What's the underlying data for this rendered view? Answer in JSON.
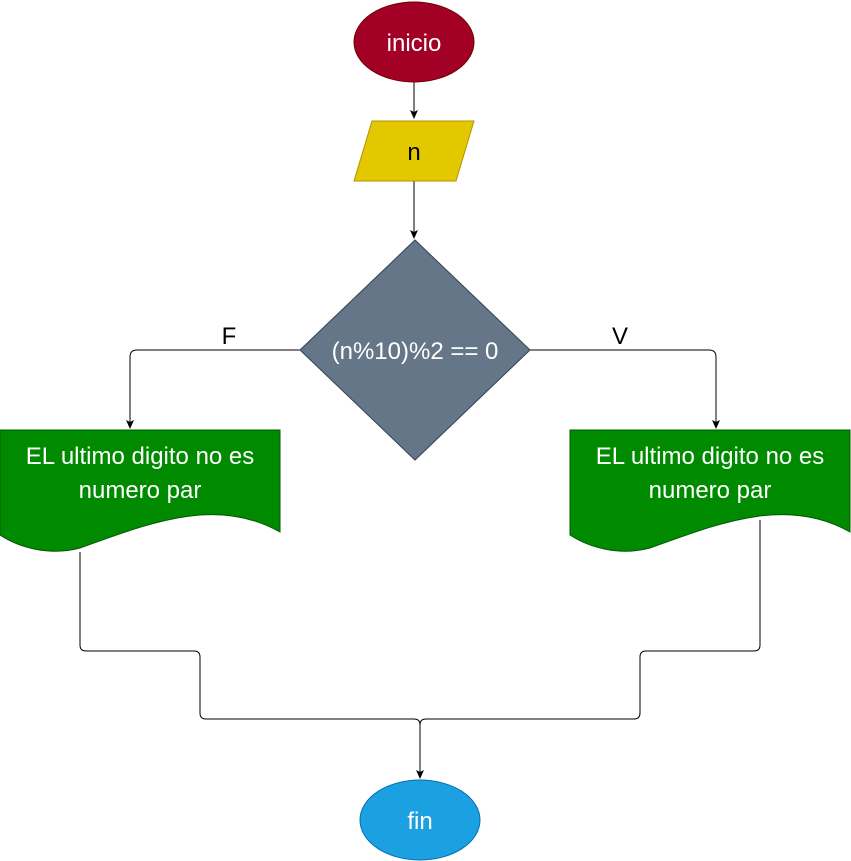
{
  "nodes": {
    "start": {
      "label": "inicio",
      "color": "#a20025"
    },
    "input": {
      "label": "n",
      "color": "#e3c800"
    },
    "decision": {
      "label": "(n%10)%2 == 0",
      "color": "#647687"
    },
    "output_false": {
      "line1": "EL ultimo digito no es",
      "line2": "numero par",
      "color": "#008a00"
    },
    "output_true": {
      "line1": "EL ultimo digito no es",
      "line2": "numero par",
      "color": "#008a00"
    },
    "end": {
      "label": "fin",
      "color": "#1ba1e2"
    }
  },
  "edges": {
    "false_label": "F",
    "true_label": "V"
  },
  "colors": {
    "stroke": "#000000",
    "text_light": "#ffffff"
  }
}
